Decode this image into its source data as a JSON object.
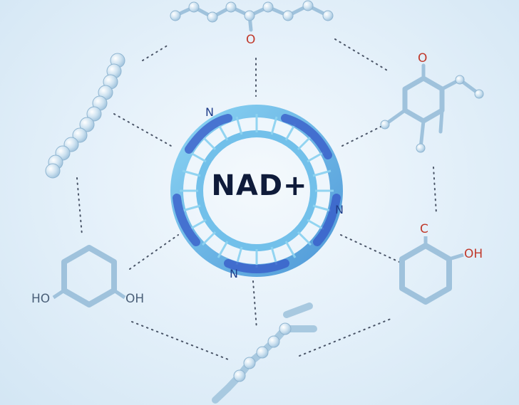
{
  "center": {
    "label": "NAD+"
  },
  "ring_atoms": {
    "n1": "N",
    "n2": "N",
    "n3": "N"
  },
  "molecules": {
    "top_ketone": {
      "oxygen": "O"
    },
    "top_right_aromatic": {
      "oxygen": "O"
    },
    "right_phenol": {
      "carbonyl": "C",
      "hydroxyl": "OH"
    },
    "left_resorcinol": {
      "hydroxyl_left": "HO",
      "hydroxyl_right": "OH"
    }
  },
  "colors": {
    "background": "#e2eff9",
    "helix_strand": "#4fa8dc",
    "helix_strand_dark": "#3558c8",
    "glass_molecule": "#b9d6ea",
    "connector_dots": "#4a5568",
    "label_text": "#0f1b3a",
    "oxygen_red": "#c0392b"
  }
}
